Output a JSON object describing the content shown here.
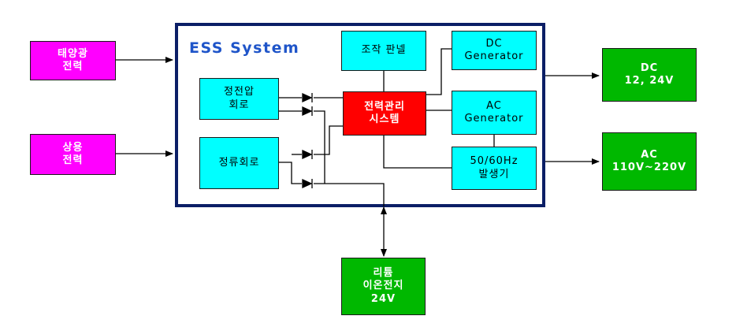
{
  "system": {
    "title": "ESS System"
  },
  "sources": {
    "solar": {
      "line1": "태양광",
      "line2": "전력"
    },
    "grid": {
      "line1": "상용",
      "line2": "전력"
    }
  },
  "internal": {
    "control_panel": {
      "label": "조작 판넬"
    },
    "dc_gen": {
      "line1": "DC",
      "line2": "Generator"
    },
    "ac_gen": {
      "line1": "AC",
      "line2": "Generator"
    },
    "regulator": {
      "line1": "정전압",
      "line2": "회로"
    },
    "rectifier": {
      "label": "정류회로"
    },
    "pms": {
      "line1": "전력관리",
      "line2": "시스템"
    },
    "freq_gen": {
      "line1": "50/60Hz",
      "line2": "발생기"
    }
  },
  "outputs": {
    "dc": {
      "line1": "DC",
      "line2": "12, 24V"
    },
    "ac": {
      "line1": "AC",
      "line2": "110V~220V"
    }
  },
  "battery": {
    "line1": "리튬",
    "line2": "이온전지",
    "line3": "24V"
  },
  "colors": {
    "source": "#ff00ff",
    "module": "#00ffff",
    "output": "#00b800",
    "pms": "#ff0000",
    "frame": "#0b1e66",
    "title": "#1f55c9"
  }
}
